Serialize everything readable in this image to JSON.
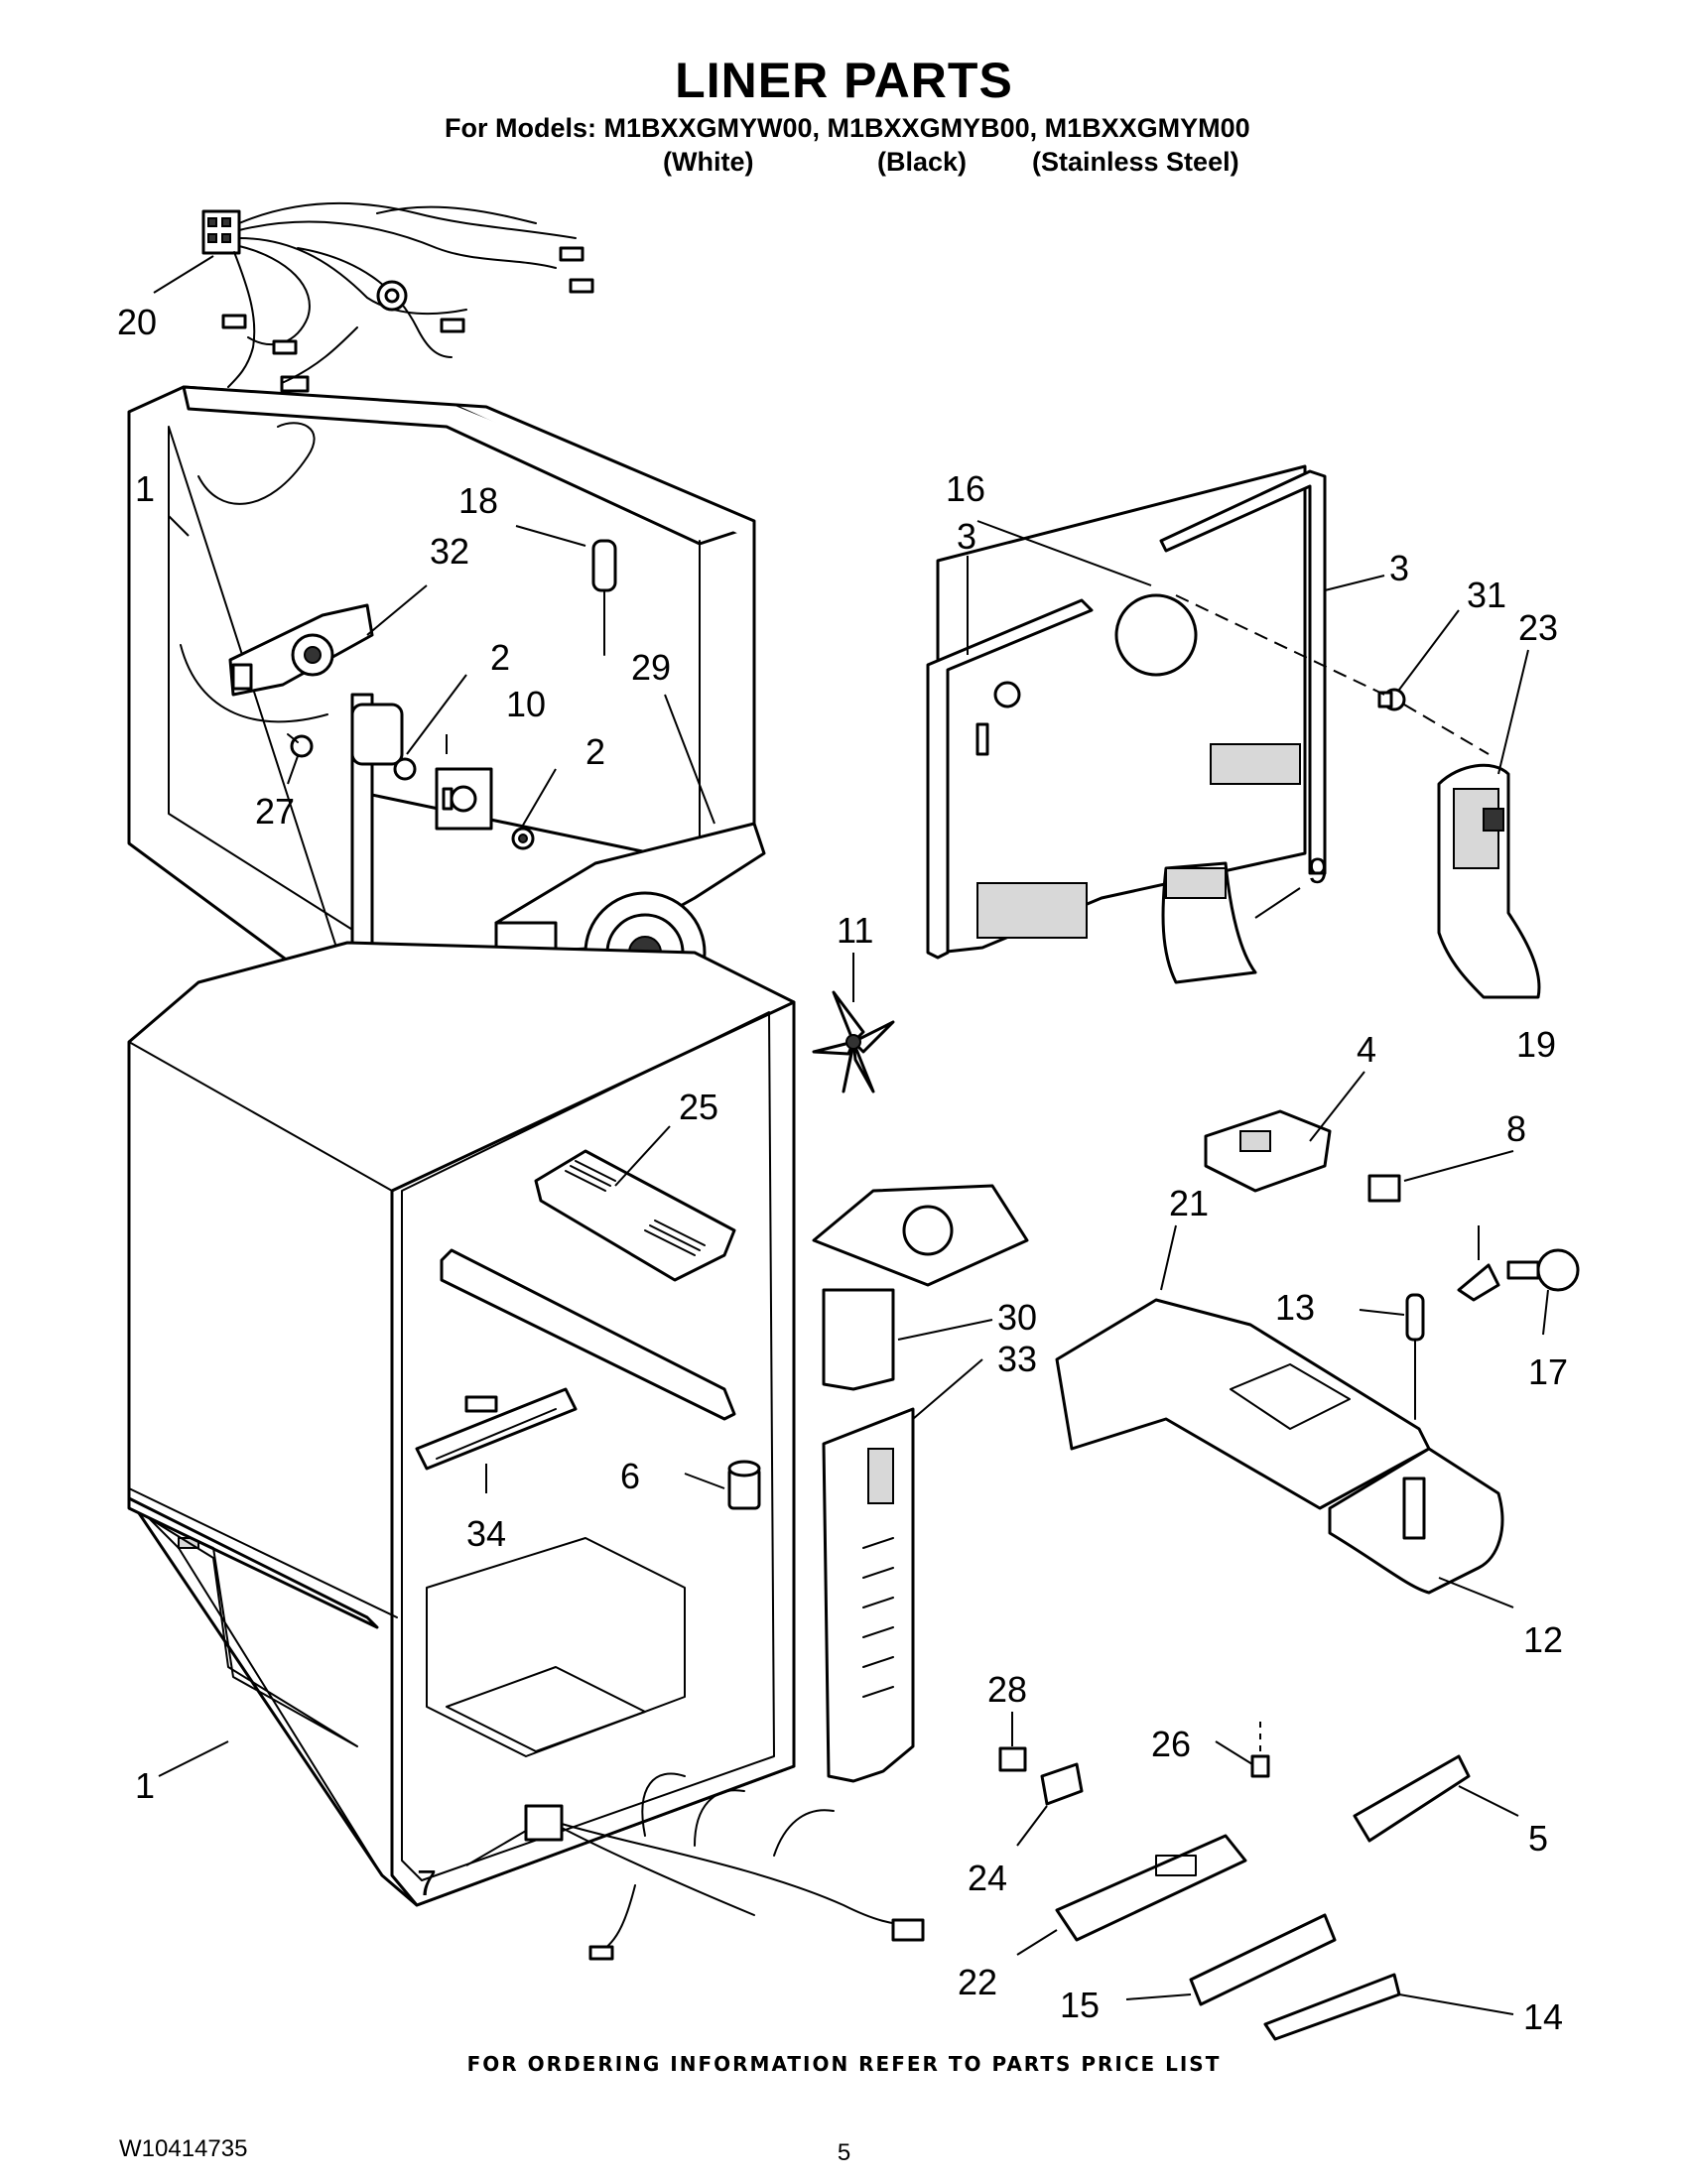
{
  "header": {
    "title": "LINER PARTS",
    "models_line": "For Models: M1BXXGMYW00, M1BXXGMYB00, M1BXXGMYM00",
    "colors": [
      "(White)",
      "(Black)",
      "(Stainless Steel)"
    ]
  },
  "footer": {
    "ordering_note": "FOR ORDERING INFORMATION REFER TO PARTS PRICE LIST",
    "document_number": "W10414735",
    "page_number": "5"
  },
  "callouts": [
    "20",
    "1",
    "18",
    "32",
    "2",
    "10",
    "27",
    "2",
    "29",
    "16",
    "3",
    "3",
    "31",
    "23",
    "9",
    "11",
    "25",
    "4",
    "19",
    "8",
    "21",
    "13",
    "17",
    "30",
    "33",
    "6",
    "34",
    "12",
    "28",
    "26",
    "5",
    "1",
    "7",
    "24",
    "22",
    "15",
    "14"
  ]
}
